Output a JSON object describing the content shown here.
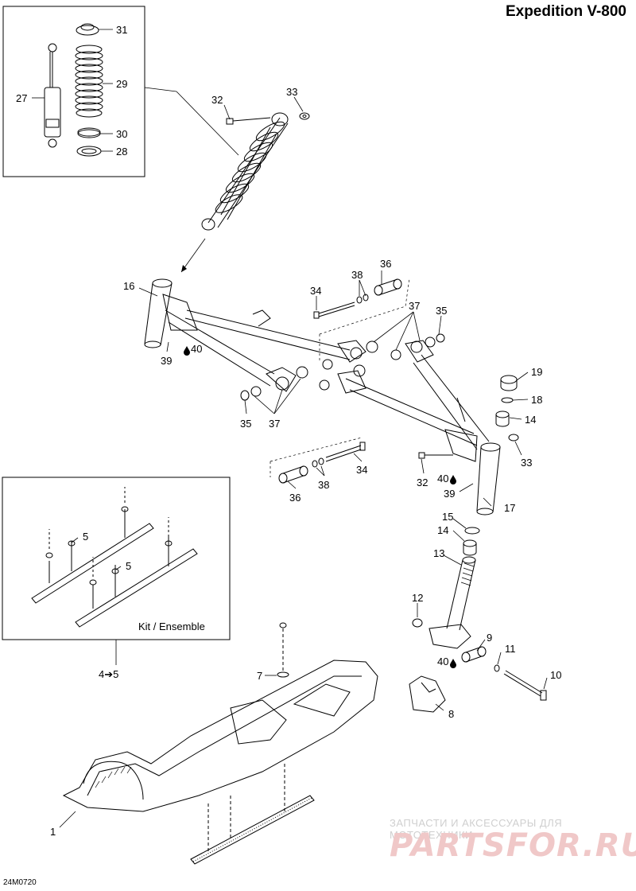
{
  "title": "Expedition V-800",
  "drawing_code": "24M0720",
  "watermark": {
    "line1": "ЗАПЧАСТИ И АКСЕССУАРЫ ДЛЯ МОТОТЕХНИКИ",
    "line2": "PARTSFOR.RU"
  },
  "kit_label": "Kit / Ensemble",
  "kit_ref": "4➔5",
  "drop_icon": "oil-drop-icon",
  "callouts": [
    {
      "id": "c31",
      "label": "31"
    },
    {
      "id": "c29",
      "label": "29"
    },
    {
      "id": "c27",
      "label": "27"
    },
    {
      "id": "c30",
      "label": "30"
    },
    {
      "id": "c28",
      "label": "28"
    },
    {
      "id": "c32a",
      "label": "32"
    },
    {
      "id": "c33a",
      "label": "33"
    },
    {
      "id": "c16",
      "label": "16"
    },
    {
      "id": "c34a",
      "label": "34"
    },
    {
      "id": "c38a",
      "label": "38"
    },
    {
      "id": "c36a",
      "label": "36"
    },
    {
      "id": "c37a",
      "label": "37"
    },
    {
      "id": "c35a",
      "label": "35"
    },
    {
      "id": "c39a",
      "label": "39"
    },
    {
      "id": "c40a",
      "label": "40"
    },
    {
      "id": "c35b",
      "label": "35"
    },
    {
      "id": "c37b",
      "label": "37"
    },
    {
      "id": "c19",
      "label": "19"
    },
    {
      "id": "c18",
      "label": "18"
    },
    {
      "id": "c14a",
      "label": "14"
    },
    {
      "id": "c33b",
      "label": "33"
    },
    {
      "id": "c32b",
      "label": "32"
    },
    {
      "id": "c40b",
      "label": "40"
    },
    {
      "id": "c39b",
      "label": "39"
    },
    {
      "id": "c34b",
      "label": "34"
    },
    {
      "id": "c38b",
      "label": "38"
    },
    {
      "id": "c36b",
      "label": "36"
    },
    {
      "id": "c17",
      "label": "17"
    },
    {
      "id": "c15",
      "label": "15"
    },
    {
      "id": "c14b",
      "label": "14"
    },
    {
      "id": "c13",
      "label": "13"
    },
    {
      "id": "c12",
      "label": "12"
    },
    {
      "id": "c9",
      "label": "9"
    },
    {
      "id": "c11",
      "label": "11"
    },
    {
      "id": "c40c",
      "label": "40"
    },
    {
      "id": "c10",
      "label": "10"
    },
    {
      "id": "c8",
      "label": "8"
    },
    {
      "id": "c7",
      "label": "7"
    },
    {
      "id": "c5a",
      "label": "5"
    },
    {
      "id": "c5b",
      "label": "5"
    },
    {
      "id": "c1",
      "label": "1"
    }
  ]
}
